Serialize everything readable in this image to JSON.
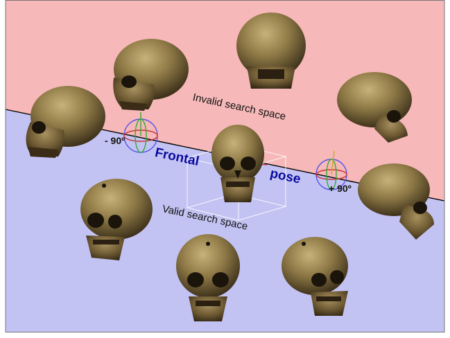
{
  "labels": {
    "invalid_region": "Invalid search space",
    "valid_region": "Valid search space",
    "frontal_word": "Frontal",
    "pose_word": "pose",
    "angle_left": "- 90º",
    "angle_right": "+ 90º"
  },
  "colors": {
    "invalid_region": "#f6b8b8",
    "valid_region": "#c3c3f3",
    "boundary_line": "#000000",
    "frontal_pose_text": "#0a0aa0",
    "skull_bone": "#8a7544",
    "skull_shadow": "#2a1f10"
  },
  "skulls": [
    {
      "id": "skull-top-left",
      "region": "invalid",
      "view": "left-side view, tilted up"
    },
    {
      "id": "skull-top-center",
      "region": "invalid",
      "view": "rear view"
    },
    {
      "id": "skull-right-upper",
      "region": "invalid",
      "view": "right-side view, tilted up"
    },
    {
      "id": "skull-far-left",
      "region": "boundary",
      "view": "left profile"
    },
    {
      "id": "skull-center",
      "region": "boundary",
      "view": "frontal pose"
    },
    {
      "id": "skull-far-right",
      "region": "boundary",
      "view": "right profile"
    },
    {
      "id": "skull-lower-left",
      "region": "valid",
      "view": "three-quarter left"
    },
    {
      "id": "skull-bottom-center",
      "region": "valid",
      "view": "frontal, tilted down"
    },
    {
      "id": "skull-lower-right",
      "region": "valid",
      "view": "three-quarter right"
    }
  ],
  "rotation_gizmos": [
    "gizmo-left",
    "gizmo-center",
    "gizmo-right"
  ]
}
